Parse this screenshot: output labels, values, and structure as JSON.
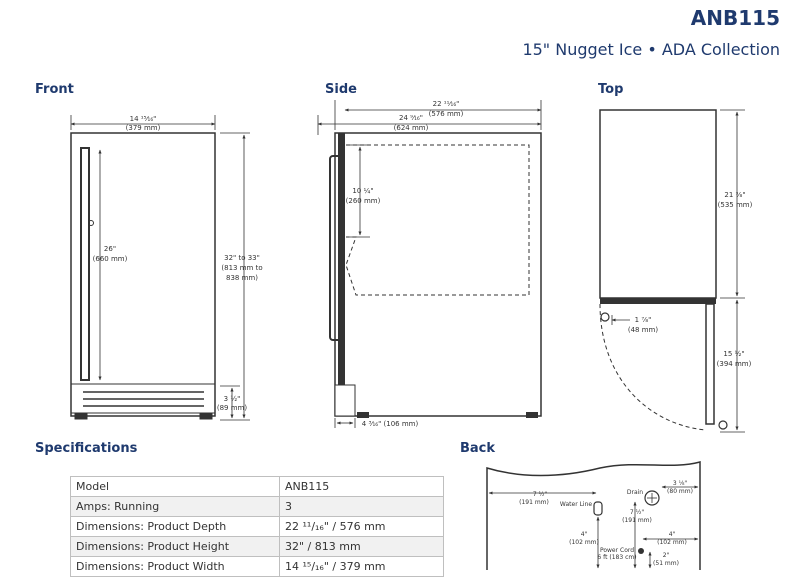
{
  "header": {
    "model": "ANB115",
    "subtitle": "15\" Nugget Ice •  ADA Collection"
  },
  "sections": {
    "front": "Front",
    "side": "Side",
    "top": "Top",
    "specifications": "Specifications",
    "back": "Back"
  },
  "front": {
    "width_in": "14 ¹⁵⁄₁₆\"",
    "width_mm": "(379 mm)",
    "handle_in": "26\"",
    "handle_mm": "(660 mm)",
    "height_in": "32\" to 33\"",
    "height_mm_1": "(813 mm to",
    "height_mm_2": "838 mm)",
    "base_in": "3 ½\"",
    "base_mm": "(89 mm)"
  },
  "side": {
    "depth_in": "22 ¹¹⁄₁₆\"",
    "depth_mm": "(576 mm)",
    "depth_total_in": "24 ⁹⁄₁₆\"",
    "depth_total_mm": "(624 mm)",
    "bin_in": "10 ¼\"",
    "bin_mm": "(260 mm)",
    "toe_label": "4 ³⁄₁₆\" (106 mm)"
  },
  "top": {
    "depth_in": "21 ⅜\"",
    "depth_mm": "(535 mm)",
    "gap_in": "1 ⅞\"",
    "gap_mm": "(48 mm)",
    "swing_in": "15 ½\"",
    "swing_mm": "(394 mm)"
  },
  "specifications": {
    "rows": [
      {
        "label": "Model",
        "value": "ANB115"
      },
      {
        "label": "Amps: Running",
        "value": "3"
      },
      {
        "label": "Dimensions: Product Depth",
        "value": "22 ¹¹/₁₆\" / 576 mm"
      },
      {
        "label": "Dimensions: Product Height",
        "value": "32\" / 813 mm"
      },
      {
        "label": "Dimensions: Product Width",
        "value": "14 ¹⁵/₁₆\" / 379 mm"
      }
    ]
  },
  "back": {
    "water_off_in": "7 ½\"",
    "water_off_mm": "(191 mm)",
    "water_line": "Water Line",
    "drain": "Drain",
    "drain_off_in": "3 ⅛\"",
    "drain_off_mm": "(80 mm)",
    "drain_h_in": "7 ½\"",
    "drain_h_mm": "(191 mm)",
    "water_h_in": "4\"",
    "water_h_mm": "(102 mm)",
    "power_1": "Power Cord",
    "power_2": "6 ft (183 cm)",
    "power_off_in": "4\"",
    "power_off_mm": "(102 mm)",
    "power_h_in": "2\"",
    "power_h_mm": "(51 mm)"
  }
}
